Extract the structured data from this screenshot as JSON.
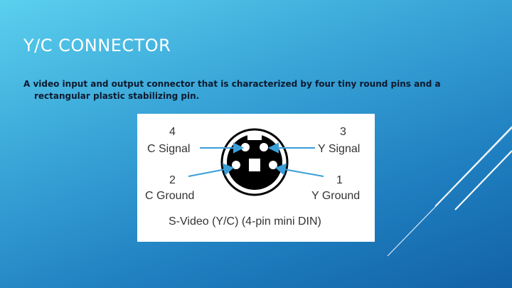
{
  "slide": {
    "title": "Y/C CONNECTOR",
    "body_line1": "A video input and output connector that is characterized by four tiny round pins and a",
    "body_line2": "rectangular plastic stabilizing pin."
  },
  "figure": {
    "pins": [
      {
        "number": "4",
        "label": "C Signal"
      },
      {
        "number": "3",
        "label": "Y Signal"
      },
      {
        "number": "2",
        "label": "C Ground"
      },
      {
        "number": "1",
        "label": "Y Ground"
      }
    ],
    "caption": "S-Video (Y/C) (4-pin mini DIN)"
  },
  "colors": {
    "background_top": "#5bd0ee",
    "background_bottom": "#1262a6",
    "arrow": "#3a9fd9",
    "connector": "#000000"
  }
}
